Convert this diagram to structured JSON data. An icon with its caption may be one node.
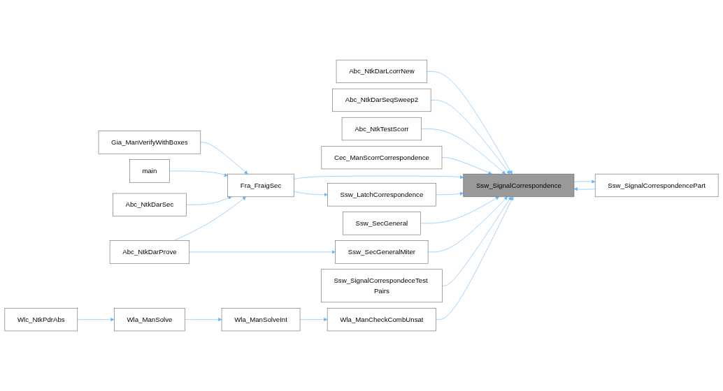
{
  "diagram": {
    "nodes": [
      {
        "text": [
          "Ssw_SignalCorrespondence"
        ]
      },
      {
        "text": [
          "Abc_NtkDarLcorrNew"
        ]
      },
      {
        "text": [
          "Abc_NtkDarSeqSweep2"
        ]
      },
      {
        "text": [
          "Abc_NtkTestScorr"
        ]
      },
      {
        "text": [
          "Cec_ManScorrCorrespondence"
        ]
      },
      {
        "text": [
          "Gia_ManVerifyWithBoxes"
        ]
      },
      {
        "text": [
          "Fra_FraigSec"
        ]
      },
      {
        "text": [
          "main"
        ]
      },
      {
        "text": [
          "Ssw_LatchCorrespondence"
        ]
      },
      {
        "text": [
          "Abc_NtkDarSec"
        ]
      },
      {
        "text": [
          "Ssw_SecGeneral"
        ]
      },
      {
        "text": [
          "Abc_NtkDarProve"
        ]
      },
      {
        "text": [
          "Ssw_SecGeneralMiter"
        ]
      },
      {
        "text": [
          "Ssw_SignalCorrespondeceTest Pairs"
        ]
      },
      {
        "text": [
          "Ssw_SignalCorrespondencePart"
        ]
      },
      {
        "text": [
          "Wlc_NtkPdrAbs"
        ]
      },
      {
        "text": [
          "Wla_ManSolve"
        ]
      },
      {
        "text": [
          "Wla_ManSolveInt"
        ]
      },
      {
        "text": [
          "Wla_ManCheckCombUnsat"
        ]
      }
    ],
    "edges": [
      {
        "from": 1,
        "to": 0,
        "arrow": "to"
      },
      {
        "from": 2,
        "to": 0,
        "arrow": "to"
      },
      {
        "from": 3,
        "to": 0,
        "arrow": "to"
      },
      {
        "from": 4,
        "to": 0,
        "arrow": "to"
      },
      {
        "from": 6,
        "to": 0,
        "arrow": "to"
      },
      {
        "from": 8,
        "to": 0,
        "arrow": "to"
      },
      {
        "from": 10,
        "to": 0,
        "arrow": "to"
      },
      {
        "from": 12,
        "to": 0,
        "arrow": "to"
      },
      {
        "from": 13,
        "to": 0,
        "arrow": "to"
      },
      {
        "from": 14,
        "to": 0,
        "arrow": "to"
      },
      {
        "from": 0,
        "to": 14,
        "arrow": "to"
      },
      {
        "from": 18,
        "to": 0,
        "arrow": "to"
      },
      {
        "from": 5,
        "to": 6,
        "arrow": "to"
      },
      {
        "from": 7,
        "to": 6,
        "arrow": "to"
      },
      {
        "from": 9,
        "to": 6,
        "arrow": "to"
      },
      {
        "from": 11,
        "to": 6,
        "arrow": "to"
      },
      {
        "from": 6,
        "to": 8,
        "arrow": "to"
      },
      {
        "from": 11,
        "to": 12,
        "arrow": "to"
      },
      {
        "from": 15,
        "to": 16,
        "arrow": "to"
      },
      {
        "from": 16,
        "to": 17,
        "arrow": "to"
      },
      {
        "from": 17,
        "to": 18,
        "arrow": "to"
      }
    ]
  }
}
